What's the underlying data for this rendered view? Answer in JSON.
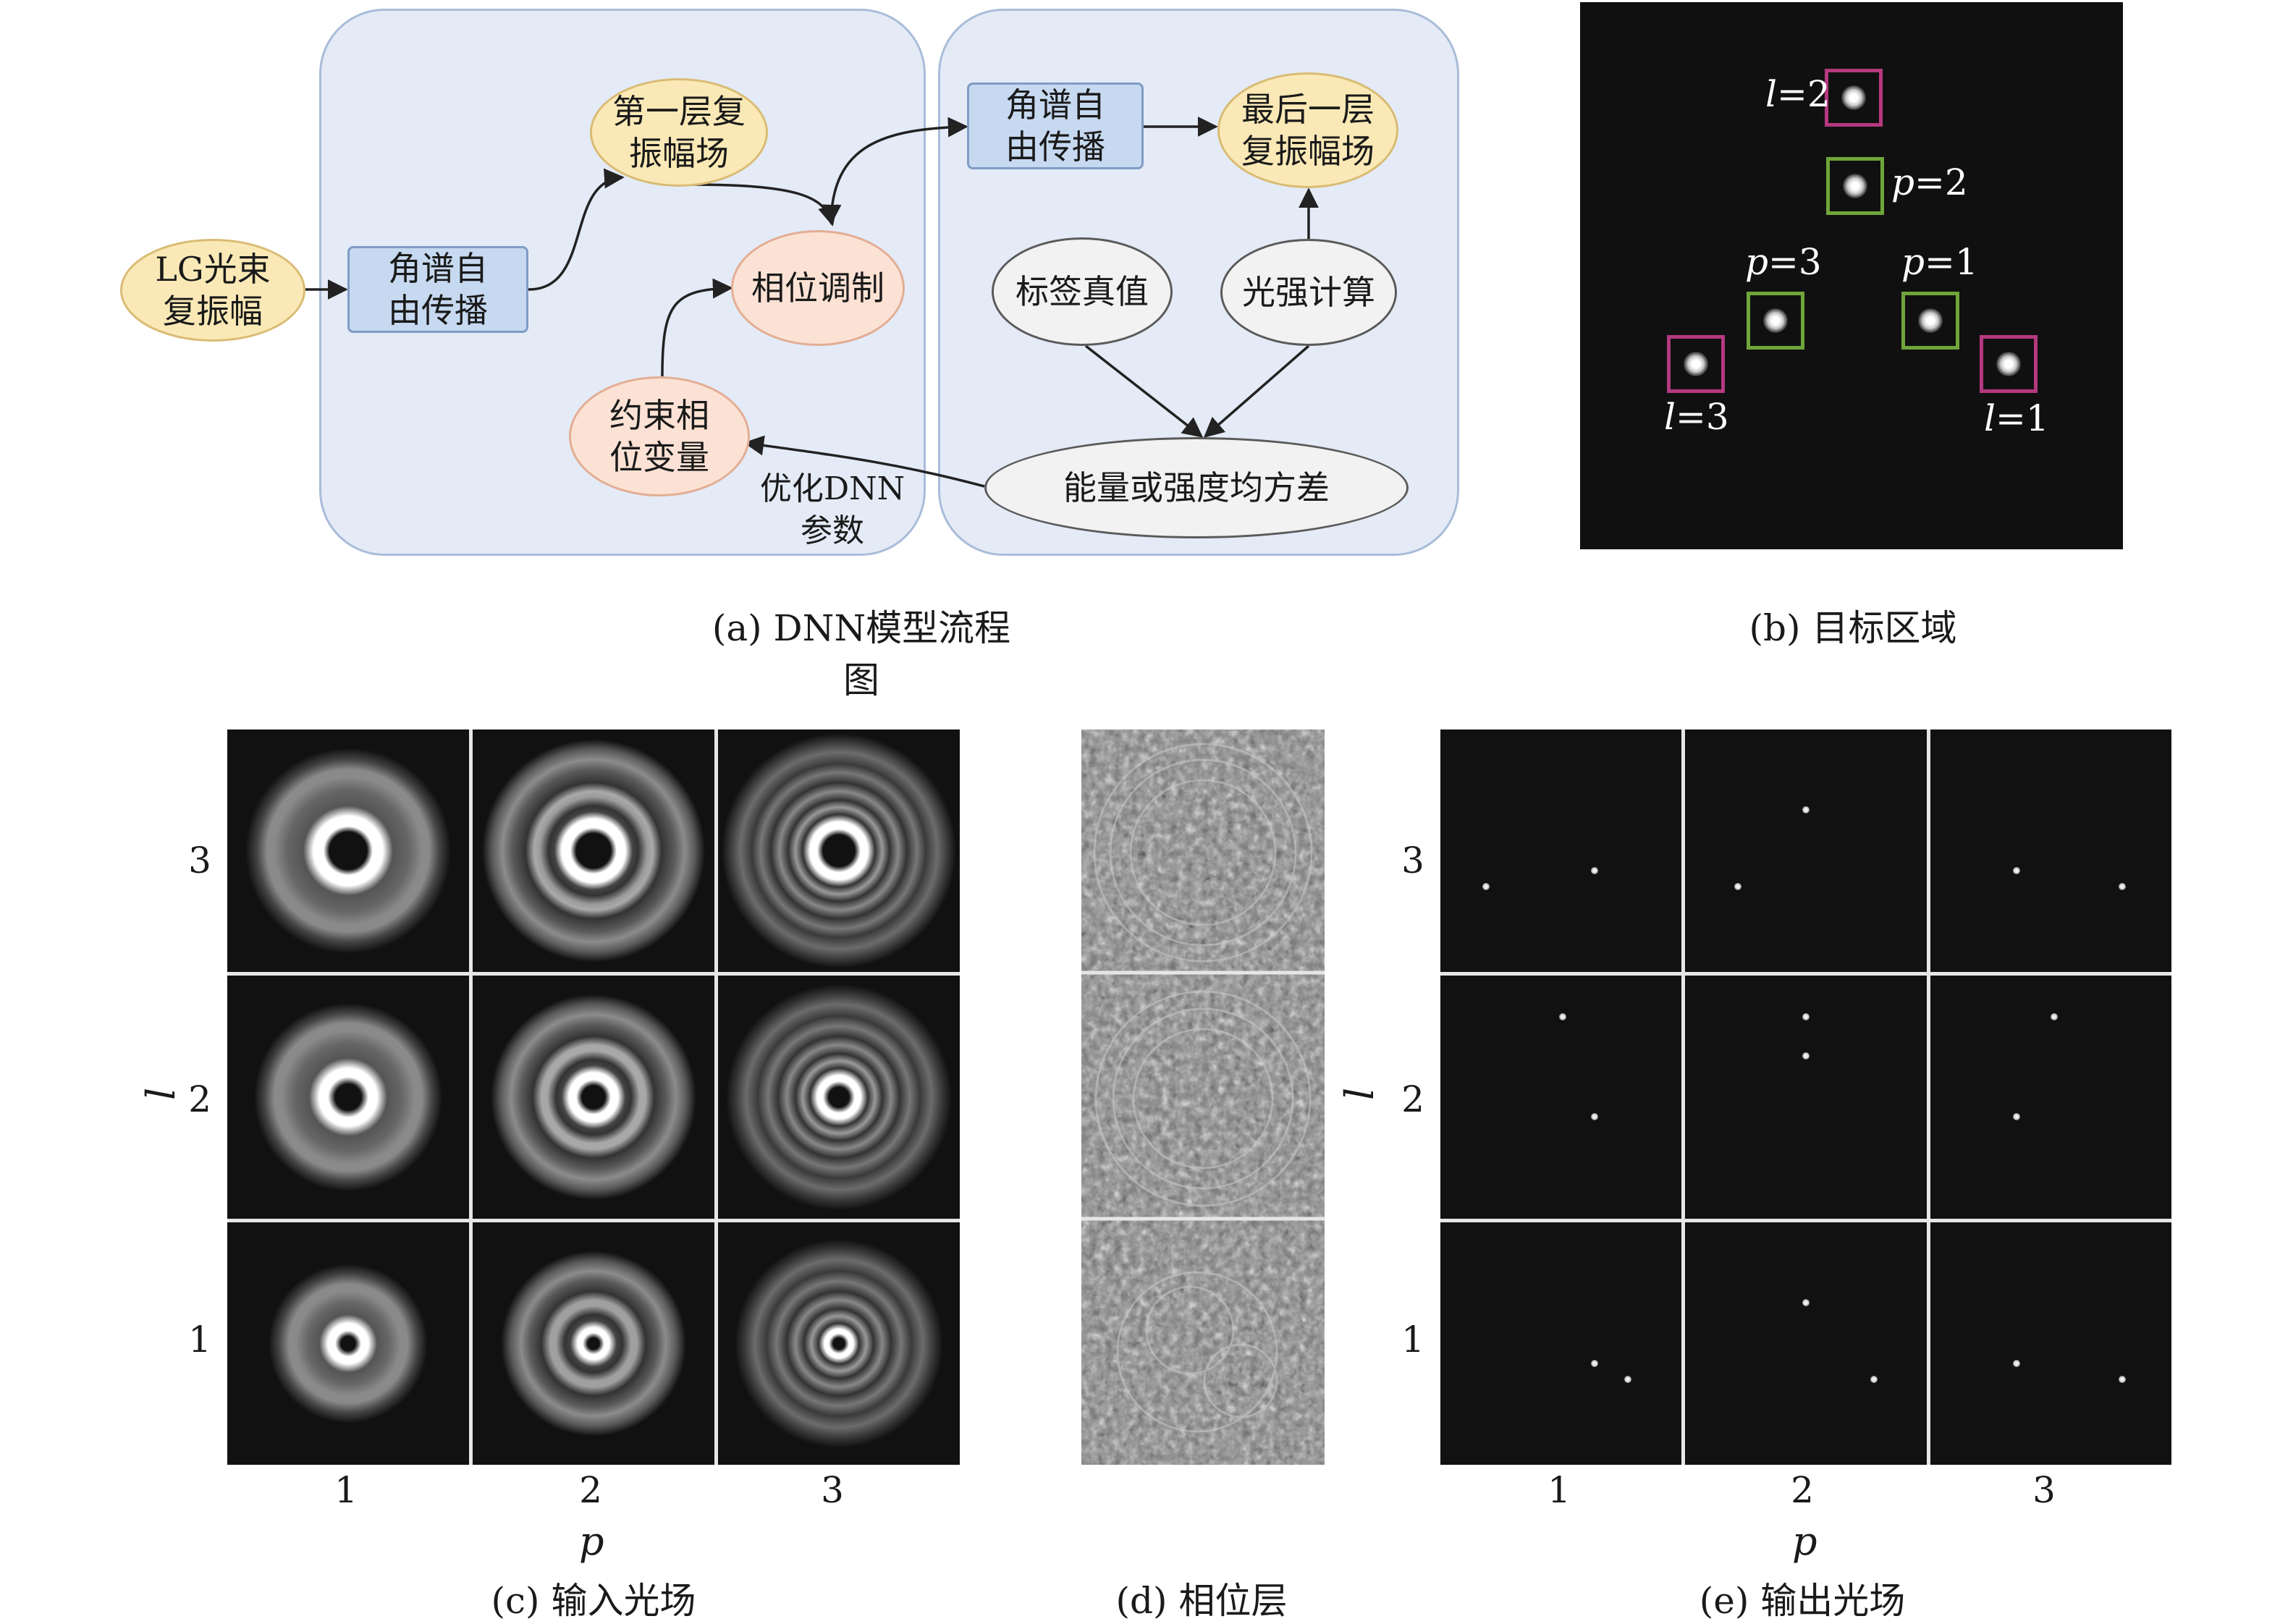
{
  "flowchart": {
    "nodes": {
      "lg_beam": [
        "LG光束",
        "复振幅"
      ],
      "angular_prop_1": [
        "角谱自",
        "由传播"
      ],
      "first_layer_field": [
        "第一层复",
        "振幅场"
      ],
      "phase_modulation": [
        "相位调制"
      ],
      "constrained_phase": [
        "约束相",
        "位变量"
      ],
      "angular_prop_2": [
        "角谱自",
        "由传播"
      ],
      "last_layer_field": [
        "最后一层",
        "复振幅场"
      ],
      "label_truth": [
        "标签真值"
      ],
      "intensity_calc": [
        "光强计算"
      ],
      "mse": [
        "能量或强度均方差"
      ]
    },
    "optimize_label": [
      "优化DNN",
      "参数"
    ],
    "caption": "(a) DNN模型流程图"
  },
  "target_region": {
    "labels": {
      "l2": {
        "var": "l",
        "eq": "=2"
      },
      "p2": {
        "var": "p",
        "eq": "=2"
      },
      "p3": {
        "var": "p",
        "eq": "=3"
      },
      "p1": {
        "var": "p",
        "eq": "=1"
      },
      "l3": {
        "var": "l",
        "eq": "=3"
      },
      "l1": {
        "var": "l",
        "eq": "=1"
      }
    },
    "box_colors": {
      "l": "#b4397f",
      "p": "#6fa53a"
    },
    "caption": "(b) 目标区域"
  },
  "input_field": {
    "y_axis_var": "l",
    "x_axis_var": "p",
    "y_ticks": [
      "3",
      "2",
      "1"
    ],
    "x_ticks": [
      "1",
      "2",
      "3"
    ],
    "caption": "(c) 输入光场"
  },
  "phase_layer": {
    "caption": "(d) 相位层"
  },
  "output_field": {
    "y_axis_var": "l",
    "x_axis_var": "p",
    "y_ticks": [
      "3",
      "2",
      "1"
    ],
    "x_ticks": [
      "1",
      "2",
      "3"
    ],
    "caption": "(e) 输出光场"
  }
}
